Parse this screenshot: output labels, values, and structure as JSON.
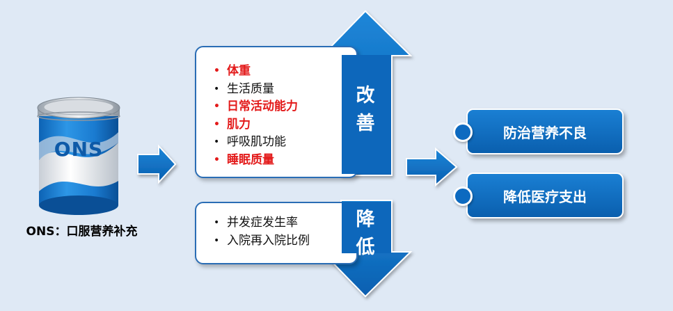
{
  "product": {
    "can_text": "ONS",
    "caption": "ONS：口服营养补充"
  },
  "improve": {
    "label_1": "改",
    "label_2": "善",
    "items": [
      {
        "text": "体重",
        "highlight": true
      },
      {
        "text": "生活质量",
        "highlight": false
      },
      {
        "text": "日常活动能力",
        "highlight": true
      },
      {
        "text": "肌力",
        "highlight": true
      },
      {
        "text": "呼吸肌功能",
        "highlight": false
      },
      {
        "text": "睡眠质量",
        "highlight": true
      }
    ]
  },
  "reduce": {
    "label_1": "降",
    "label_2": "低",
    "items": [
      {
        "text": "并发症发生率"
      },
      {
        "text": "入院再入院比例"
      }
    ]
  },
  "outcomes": {
    "item_1": "防治营养不良",
    "item_2": "降低医疗支出"
  },
  "colors": {
    "arrow_blue": "#0a68bd",
    "highlight_red": "#e31a1a",
    "background": "#dfe9f5"
  }
}
